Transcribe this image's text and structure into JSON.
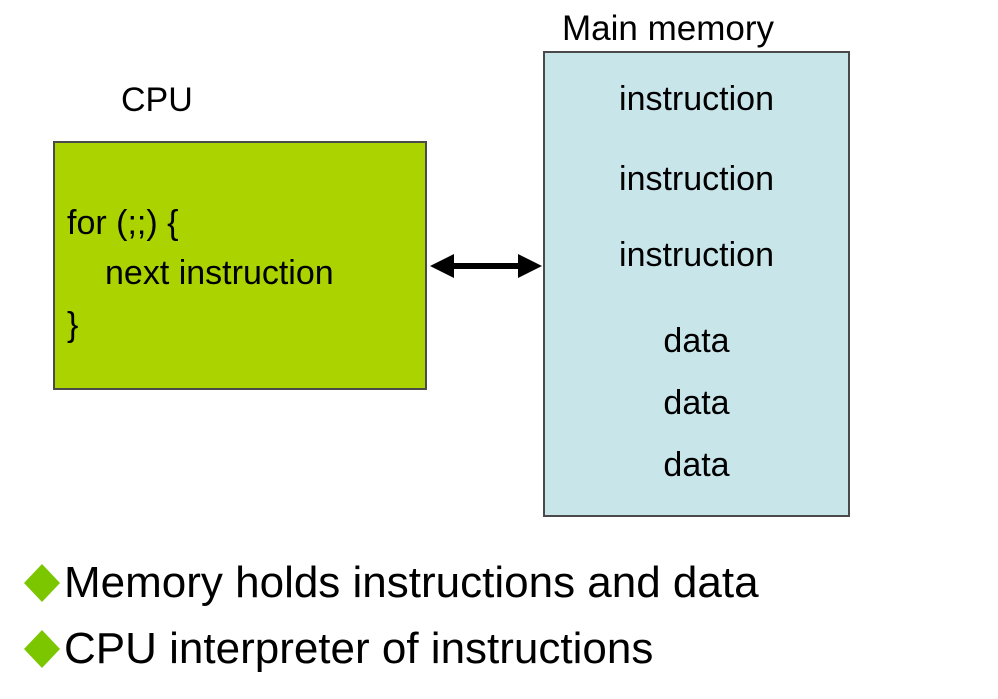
{
  "cpu": {
    "title": "CPU",
    "code_lines": [
      "for (;;) {",
      "next instruction",
      "}"
    ],
    "color": "#aad300"
  },
  "memory": {
    "title": "Main memory",
    "items": [
      "instruction",
      "instruction",
      "instruction",
      "data",
      "data",
      "data"
    ],
    "color": "#c8e5ea"
  },
  "bullets": [
    "Memory holds instructions and data",
    "CPU interpreter of instructions"
  ],
  "bullet_color": "#7cc600"
}
